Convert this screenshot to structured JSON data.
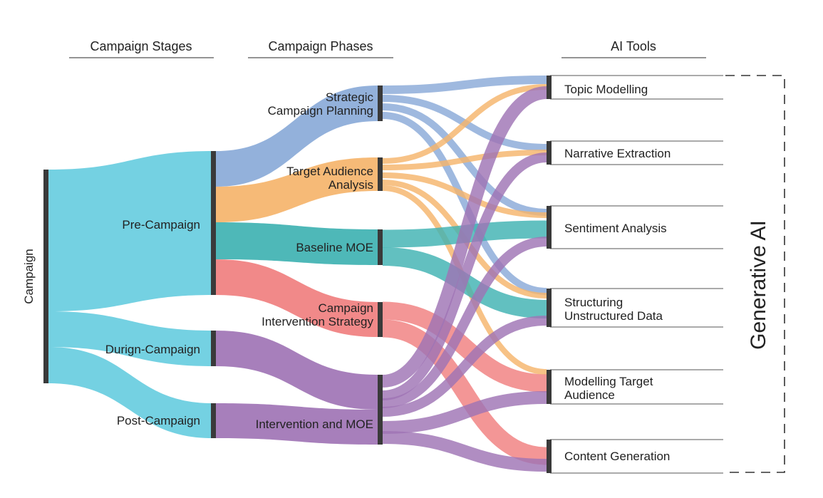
{
  "headers": {
    "stages": "Campaign Stages",
    "phases": "Campaign Phases",
    "tools": "AI Tools"
  },
  "root_label": "Campaign",
  "stages": [
    "Pre-Campaign",
    "Durign-Campaign",
    "Post-Campaign"
  ],
  "phases": [
    [
      "Strategic",
      "Campaign Planning"
    ],
    [
      "Target  Audience",
      "Analysis"
    ],
    [
      "Baseline MOE"
    ],
    [
      "Campaign",
      "Intervention Strategy"
    ],
    [
      "Intervention and MOE"
    ]
  ],
  "tools": [
    [
      "Topic Modelling"
    ],
    [
      "Narrative Extraction"
    ],
    [
      "Sentiment Analysis"
    ],
    [
      "Structuring",
      "Unstructured Data"
    ],
    [
      "Modelling Target",
      "Audience"
    ],
    [
      "Content Generation"
    ]
  ],
  "group_label": "Generative AI",
  "colors": {
    "stages": "#6dcfe0",
    "strategic": "#8aaad8",
    "target": "#f5b46b",
    "baseline": "#3fb2b2",
    "intervention_strategy": "#f07f7f",
    "intervention_moe": "#9f74b5",
    "node": "#3a3a3a"
  }
}
